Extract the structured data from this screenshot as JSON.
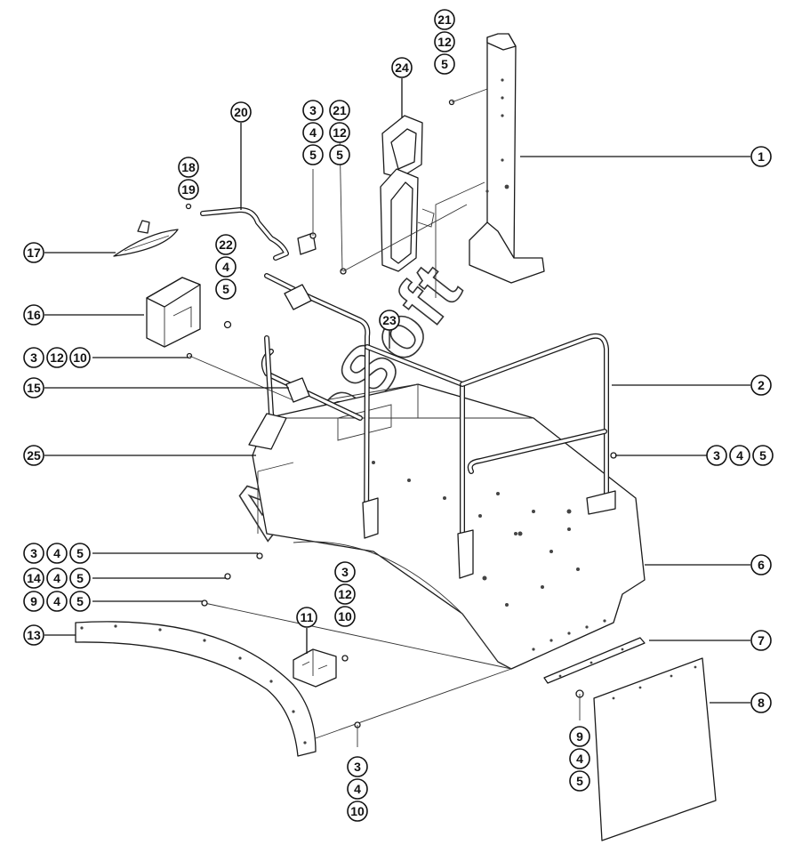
{
  "watermark": "AutoSoft",
  "callouts": {
    "c1": "1",
    "c2": "2",
    "c6": "6",
    "c7": "7",
    "c8": "8",
    "c11": "11",
    "c13": "13",
    "c15": "15",
    "c16": "16",
    "c17": "17",
    "c20": "20",
    "c23": "23",
    "c24": "24",
    "c25": "25",
    "s18": [
      "18",
      "19"
    ],
    "s22": [
      "22",
      "4",
      "5"
    ],
    "s3412": [
      "3",
      "4",
      "5"
    ],
    "s21a": [
      "21",
      "12",
      "5"
    ],
    "s21b": [
      "21",
      "12",
      "5"
    ],
    "r3125": [
      "3",
      "12",
      "10"
    ],
    "r345_right": [
      "3",
      "4",
      "5"
    ],
    "r345_left": [
      "3",
      "4",
      "5"
    ],
    "r1445": [
      "14",
      "4",
      "5"
    ],
    "r945": [
      "9",
      "4",
      "5"
    ],
    "s31210": [
      "3",
      "12",
      "10"
    ],
    "s3410": [
      "3",
      "4",
      "10"
    ],
    "s945": [
      "9",
      "4",
      "5"
    ]
  }
}
